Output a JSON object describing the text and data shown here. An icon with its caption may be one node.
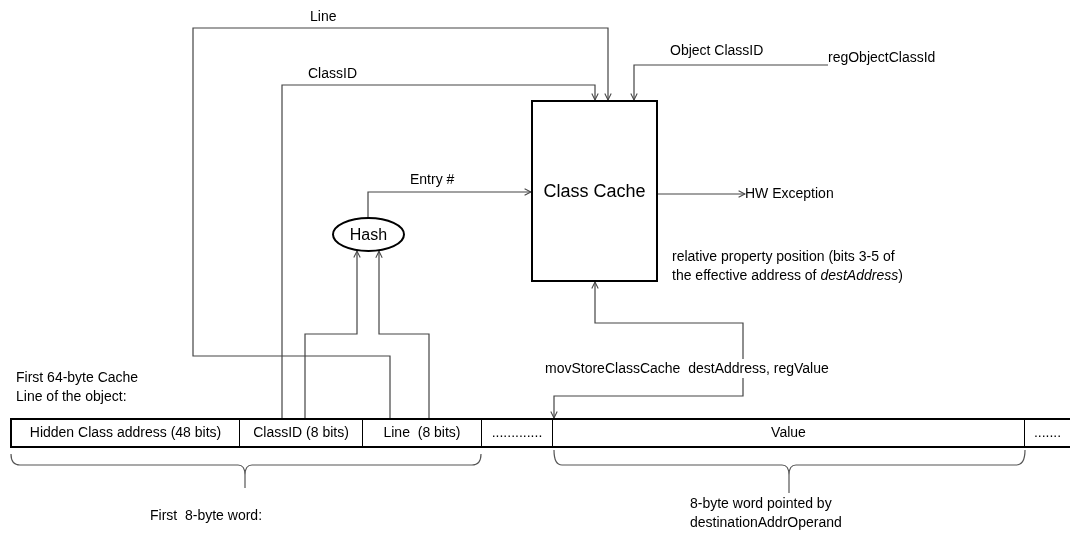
{
  "diagram": {
    "nodes": [
      {
        "text": [
          "Class Cache"
        ]
      },
      {
        "text": [
          "Hash"
        ]
      },
      {
        "text": [
          "HW Exception"
        ]
      },
      {
        "text": [
          "regObjectClassId"
        ]
      },
      {
        "text": [
          "movStoreClassCache  destAddress, regValue"
        ]
      },
      {
        "text": [
          "Hidden Class address (48 bits)"
        ]
      },
      {
        "text": [
          "ClassID (8 bits)"
        ]
      },
      {
        "text": [
          "Line  (8 bits)"
        ]
      },
      {
        "text": [
          "............."
        ]
      },
      {
        "text": [
          "Value"
        ]
      },
      {
        "text": [
          "......."
        ]
      }
    ],
    "edges": [
      {
        "from": 7,
        "to": 0,
        "arrow": "to",
        "label": "Line"
      },
      {
        "from": 6,
        "to": 0,
        "arrow": "to",
        "label": "ClassID"
      },
      {
        "from": 3,
        "to": 0,
        "arrow": "to",
        "label": "Object ClassID"
      },
      {
        "from": 6,
        "to": 1,
        "arrow": "to"
      },
      {
        "from": 7,
        "to": 1,
        "arrow": "to"
      },
      {
        "from": 1,
        "to": 0,
        "arrow": "to",
        "label": "Entry #"
      },
      {
        "from": 0,
        "to": 2,
        "arrow": "to"
      },
      {
        "from": 4,
        "to": 0,
        "arrow": "to",
        "label": "relative property position (bits 3-5 of the effective address of *destAddress*)"
      },
      {
        "from": 4,
        "to": 9,
        "arrow": "to"
      }
    ],
    "labels": [
      "First 64-byte Cache Line of the object:",
      "First  8-byte word:",
      "8-byte word pointed by destinationAddrOperand"
    ]
  }
}
